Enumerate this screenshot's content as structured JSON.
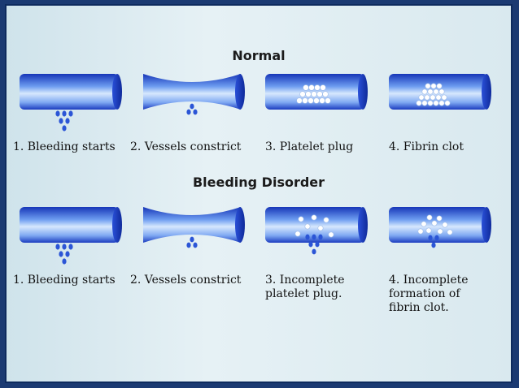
{
  "sections": [
    {
      "heading": "Normal",
      "steps": [
        {
          "label": "1. Bleeding starts"
        },
        {
          "label": "2. Vessels constrict"
        },
        {
          "label": "3. Platelet plug"
        },
        {
          "label": "4. Fibrin clot"
        }
      ]
    },
    {
      "heading": "Bleeding Disorder",
      "steps": [
        {
          "label": "1. Bleeding starts"
        },
        {
          "label": "2. Vessels constrict"
        },
        {
          "label": "3. Incomplete\nplatelet plug."
        },
        {
          "label": "4. Incomplete\nformation of\nfibrin clot."
        }
      ]
    }
  ],
  "colors": {
    "vessel_dark": "#1a3cc4",
    "vessel_light": "#c9e0fb",
    "drop": "#2b55d6",
    "platelet": "#ffffff"
  }
}
